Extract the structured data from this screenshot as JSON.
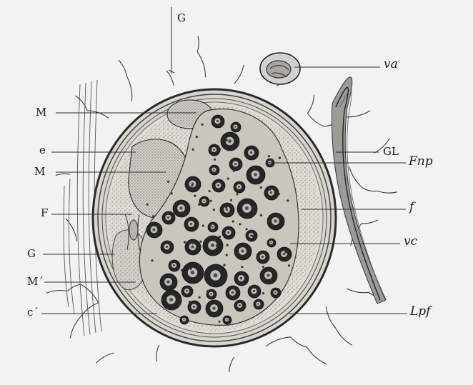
{
  "figure": {
    "palette": {
      "paper": "#f2f2f0",
      "ink": "#1c1c1c",
      "stipple": "#8a8a86",
      "nerve_fill": "#dcdbd4",
      "sheath": "#4a4a46"
    },
    "labels": {
      "G": "G",
      "M_top": "M",
      "e": "e",
      "M_mid": "M",
      "F": "F",
      "G_left": "G",
      "M_prime": "M´",
      "c_prime": "c´",
      "va": "va",
      "GL": "GL",
      "Fnp": "Fnp",
      "f": "f",
      "vc": "vc",
      "Lpf": "Lpf"
    }
  }
}
